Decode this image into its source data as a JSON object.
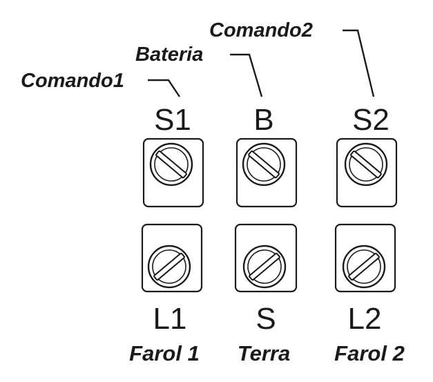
{
  "callouts": {
    "comando1": "Comando1",
    "bateria": "Bateria",
    "comando2": "Comando2"
  },
  "terminals": {
    "top": [
      {
        "id": "s1",
        "label": "S1"
      },
      {
        "id": "b",
        "label": "B"
      },
      {
        "id": "s2",
        "label": "S2"
      }
    ],
    "bottom": [
      {
        "id": "l1",
        "label": "L1",
        "description": "Farol 1"
      },
      {
        "id": "s",
        "label": "S",
        "description": "Terra"
      },
      {
        "id": "l2",
        "label": "L2",
        "description": "Farol 2"
      }
    ]
  },
  "colors": {
    "ink": "#1a1a1a",
    "background": "#ffffff"
  }
}
